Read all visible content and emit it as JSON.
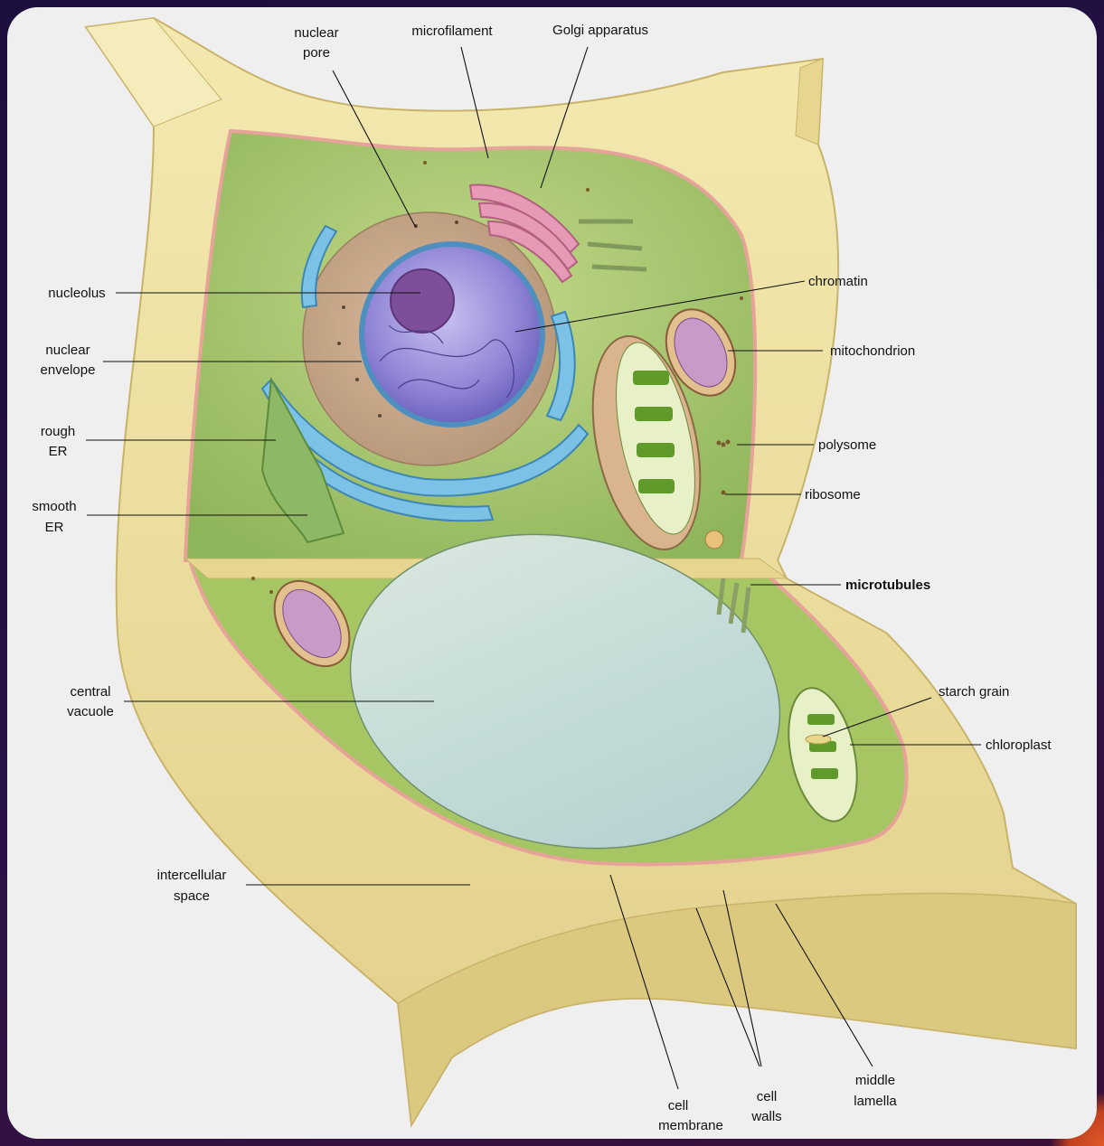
{
  "labels": {
    "nuclear_pore": [
      "nuclear",
      "pore"
    ],
    "microfilament": "microfilament",
    "golgi": "Golgi apparatus",
    "nucleolus": "nucleolus",
    "nuclear_envelope": [
      "nuclear",
      "envelope"
    ],
    "rough_er": [
      "rough",
      "ER"
    ],
    "smooth_er": [
      "smooth",
      "ER"
    ],
    "chromatin": "chromatin",
    "mitochondrion": "mitochondrion",
    "polysome": "polysome",
    "ribosome": "ribosome",
    "microtubules": "microtubules",
    "central_vacuole": [
      "central",
      "vacuole"
    ],
    "starch_grain": "starch grain",
    "chloroplast": "chloroplast",
    "intercellular_space": [
      "intercellular",
      "space"
    ],
    "cell_membrane": [
      "cell",
      "membrane"
    ],
    "cell_walls": [
      "cell",
      "walls"
    ],
    "middle_lamella": [
      "middle",
      "lamella"
    ]
  },
  "colors": {
    "wall": "#efe3a2",
    "wall_shade": "#d8c57a",
    "cytoplasm": "#a9c96a",
    "vacuole": "#cfe0dc",
    "nucleus": "#9c8fd8",
    "er": "#7cc2e6",
    "golgi": "#e79ab5",
    "mitochondrion": "#c99ac8",
    "chloroplast": "#5f9a2a",
    "membrane": "#e7a39a"
  }
}
